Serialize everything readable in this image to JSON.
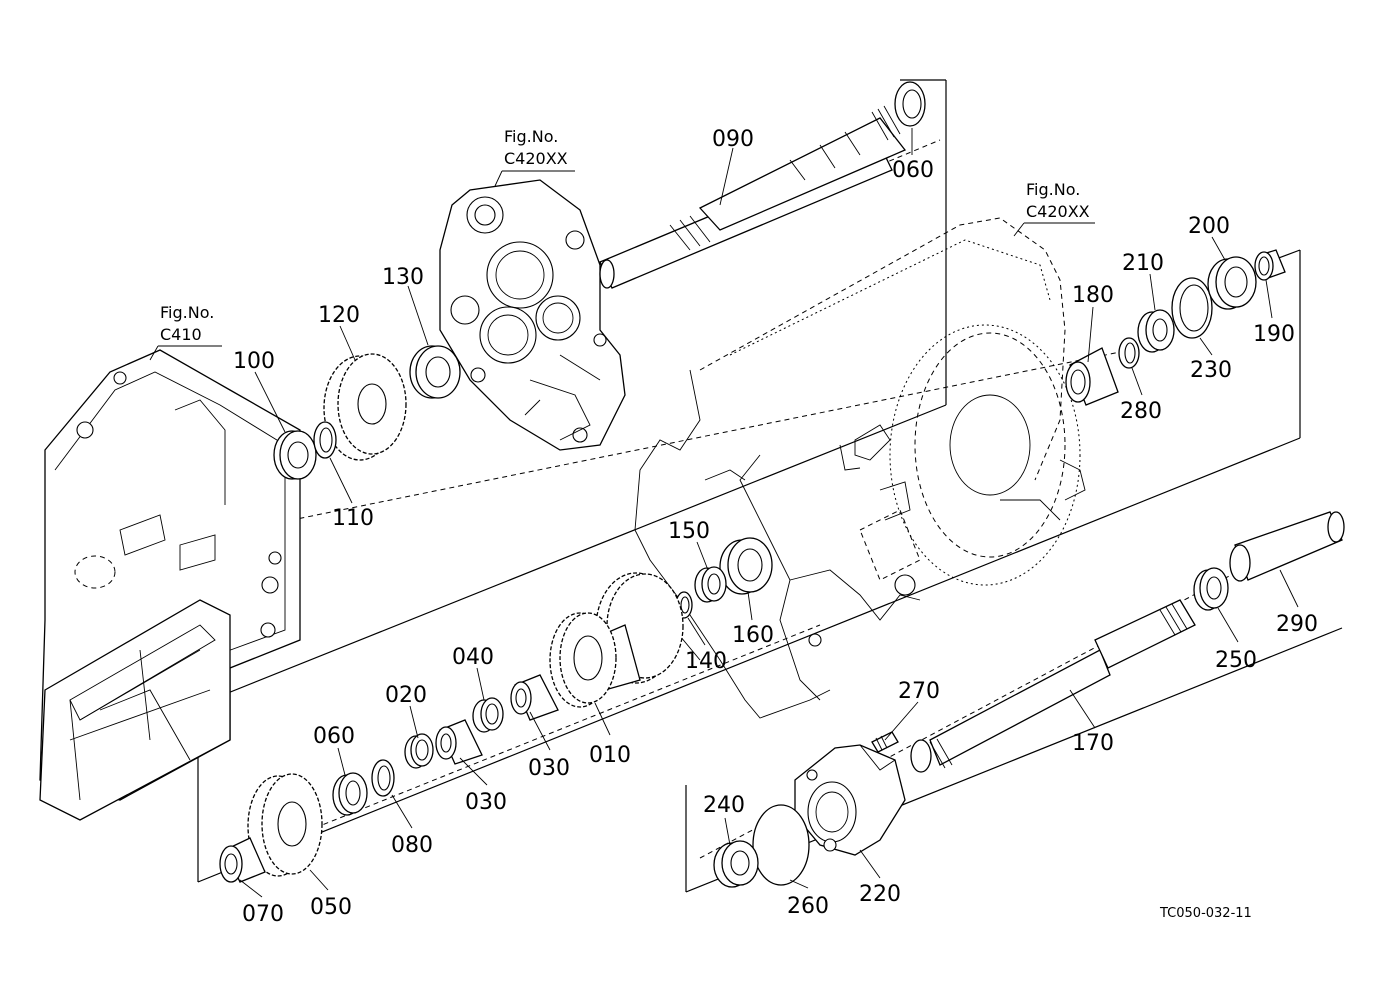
{
  "figure_refs": [
    {
      "id": "fig-ref-left",
      "line1": "Fig.No.",
      "line2": "C410"
    },
    {
      "id": "fig-ref-top",
      "line1": "Fig.No.",
      "line2": "C420XX"
    },
    {
      "id": "fig-ref-right",
      "line1": "Fig.No.",
      "line2": "C420XX"
    }
  ],
  "part_labels": [
    "090",
    "060",
    "130",
    "120",
    "100",
    "110",
    "180",
    "210",
    "200",
    "190",
    "280",
    "230",
    "150",
    "160",
    "140",
    "040",
    "020",
    "060",
    "030",
    "030",
    "010",
    "080",
    "050",
    "070",
    "270",
    "240",
    "260",
    "220",
    "170",
    "250",
    "290"
  ],
  "drawing_code": "TC050-032-11"
}
